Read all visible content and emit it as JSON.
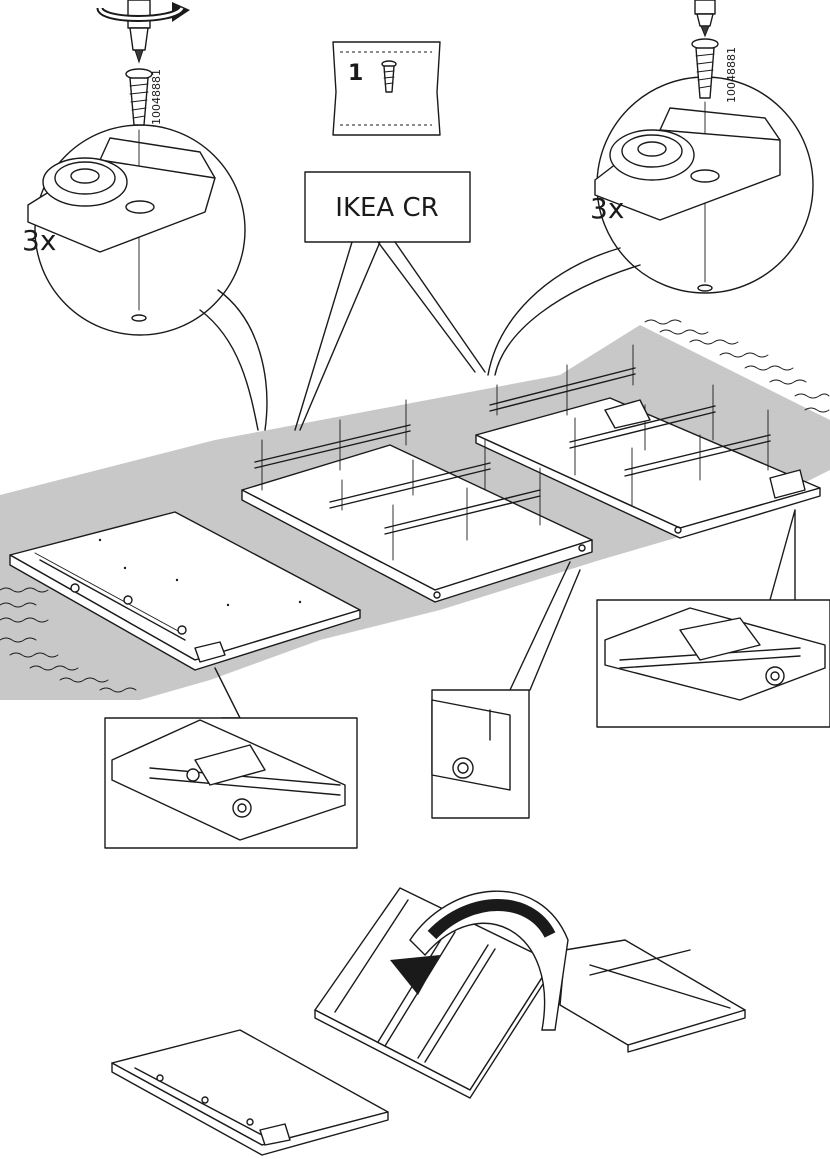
{
  "labels": {
    "quantity_left": "3x",
    "quantity_right": "3x",
    "part_number_left": "10048881",
    "part_number_right": "10048881",
    "bag_count": "1",
    "callout_text": "IKEA CR"
  },
  "colors": {
    "ink": "#1a1a1a",
    "surface": "#c8c8c8",
    "paper": "#ffffff"
  },
  "icons": [
    "screwdriver-icon",
    "rotate-arrow-icon",
    "screw-icon",
    "hardware-bag-icon",
    "flip-arrow-icon"
  ]
}
